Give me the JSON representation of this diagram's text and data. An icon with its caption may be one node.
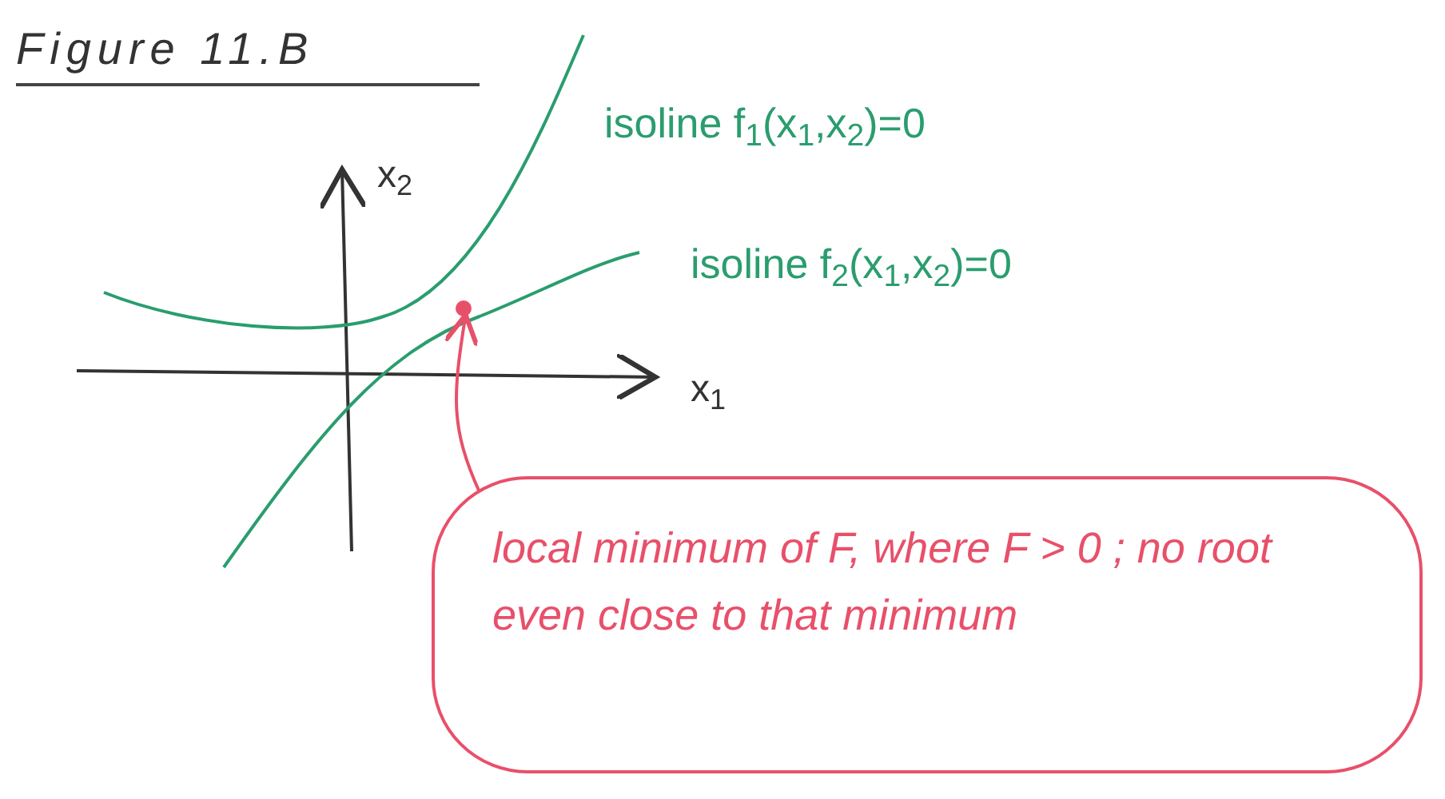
{
  "diagram": {
    "title": "Figure 11.B",
    "nodes": [
      {
        "text": [],
        "shape": "circle"
      },
      {
        "text": [
          "local minimum of F, where F > 0 ; no root even close to that minimum"
        ]
      }
    ],
    "edges": [
      {
        "from": 1,
        "to": 0,
        "arrow": "to"
      }
    ],
    "labels": [
      "isoline f$_{1}$(x$_{1}$,x$_{2}$)=0",
      "x$_{2}$",
      "isoline f$_{2}$(x$_{1}$,x$_{2}$)=0",
      "x$_{1}$"
    ]
  }
}
